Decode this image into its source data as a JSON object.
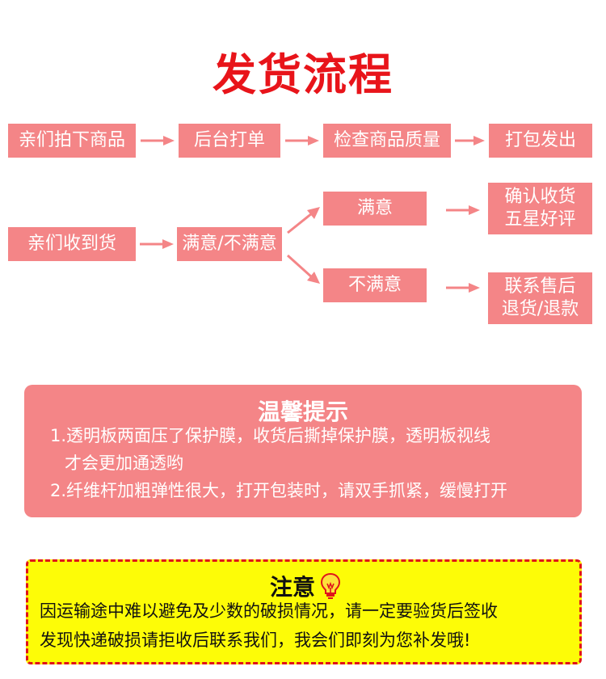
{
  "title": "发货流程",
  "flow1": {
    "step1": "亲们拍下商品",
    "step2": "后台打单",
    "step3": "检查商品质量",
    "step4": "打包发出"
  },
  "flow2": {
    "received": "亲们收到货",
    "decision": "满意/不满意",
    "satisfied": "满意",
    "unsatisfied": "不满意",
    "satisfied_action": [
      "确认收货",
      "五星好评"
    ],
    "unsatisfied_action": [
      "联系售后",
      "退货/退款"
    ]
  },
  "tips": {
    "title": "温馨提示",
    "line1": "1.透明板两面压了保护膜，收货后撕掉保护膜，透明板视线",
    "line2": "才会更加通透哟",
    "line3": "2.纤维杆加粗弹性很大，打开包装时，请双手抓紧，缓慢打开"
  },
  "notice": {
    "title": "注意",
    "line1": "因运输途中难以避免及少数的破损情况，请一定要验货后签收",
    "line2": "发现快递破损请拒收后联系我们，我会们即刻为您补发哦!"
  },
  "colors": {
    "accent_red": "#e8141a",
    "box_pink": "#f48587",
    "notice_yellow": "#fdfc07"
  }
}
